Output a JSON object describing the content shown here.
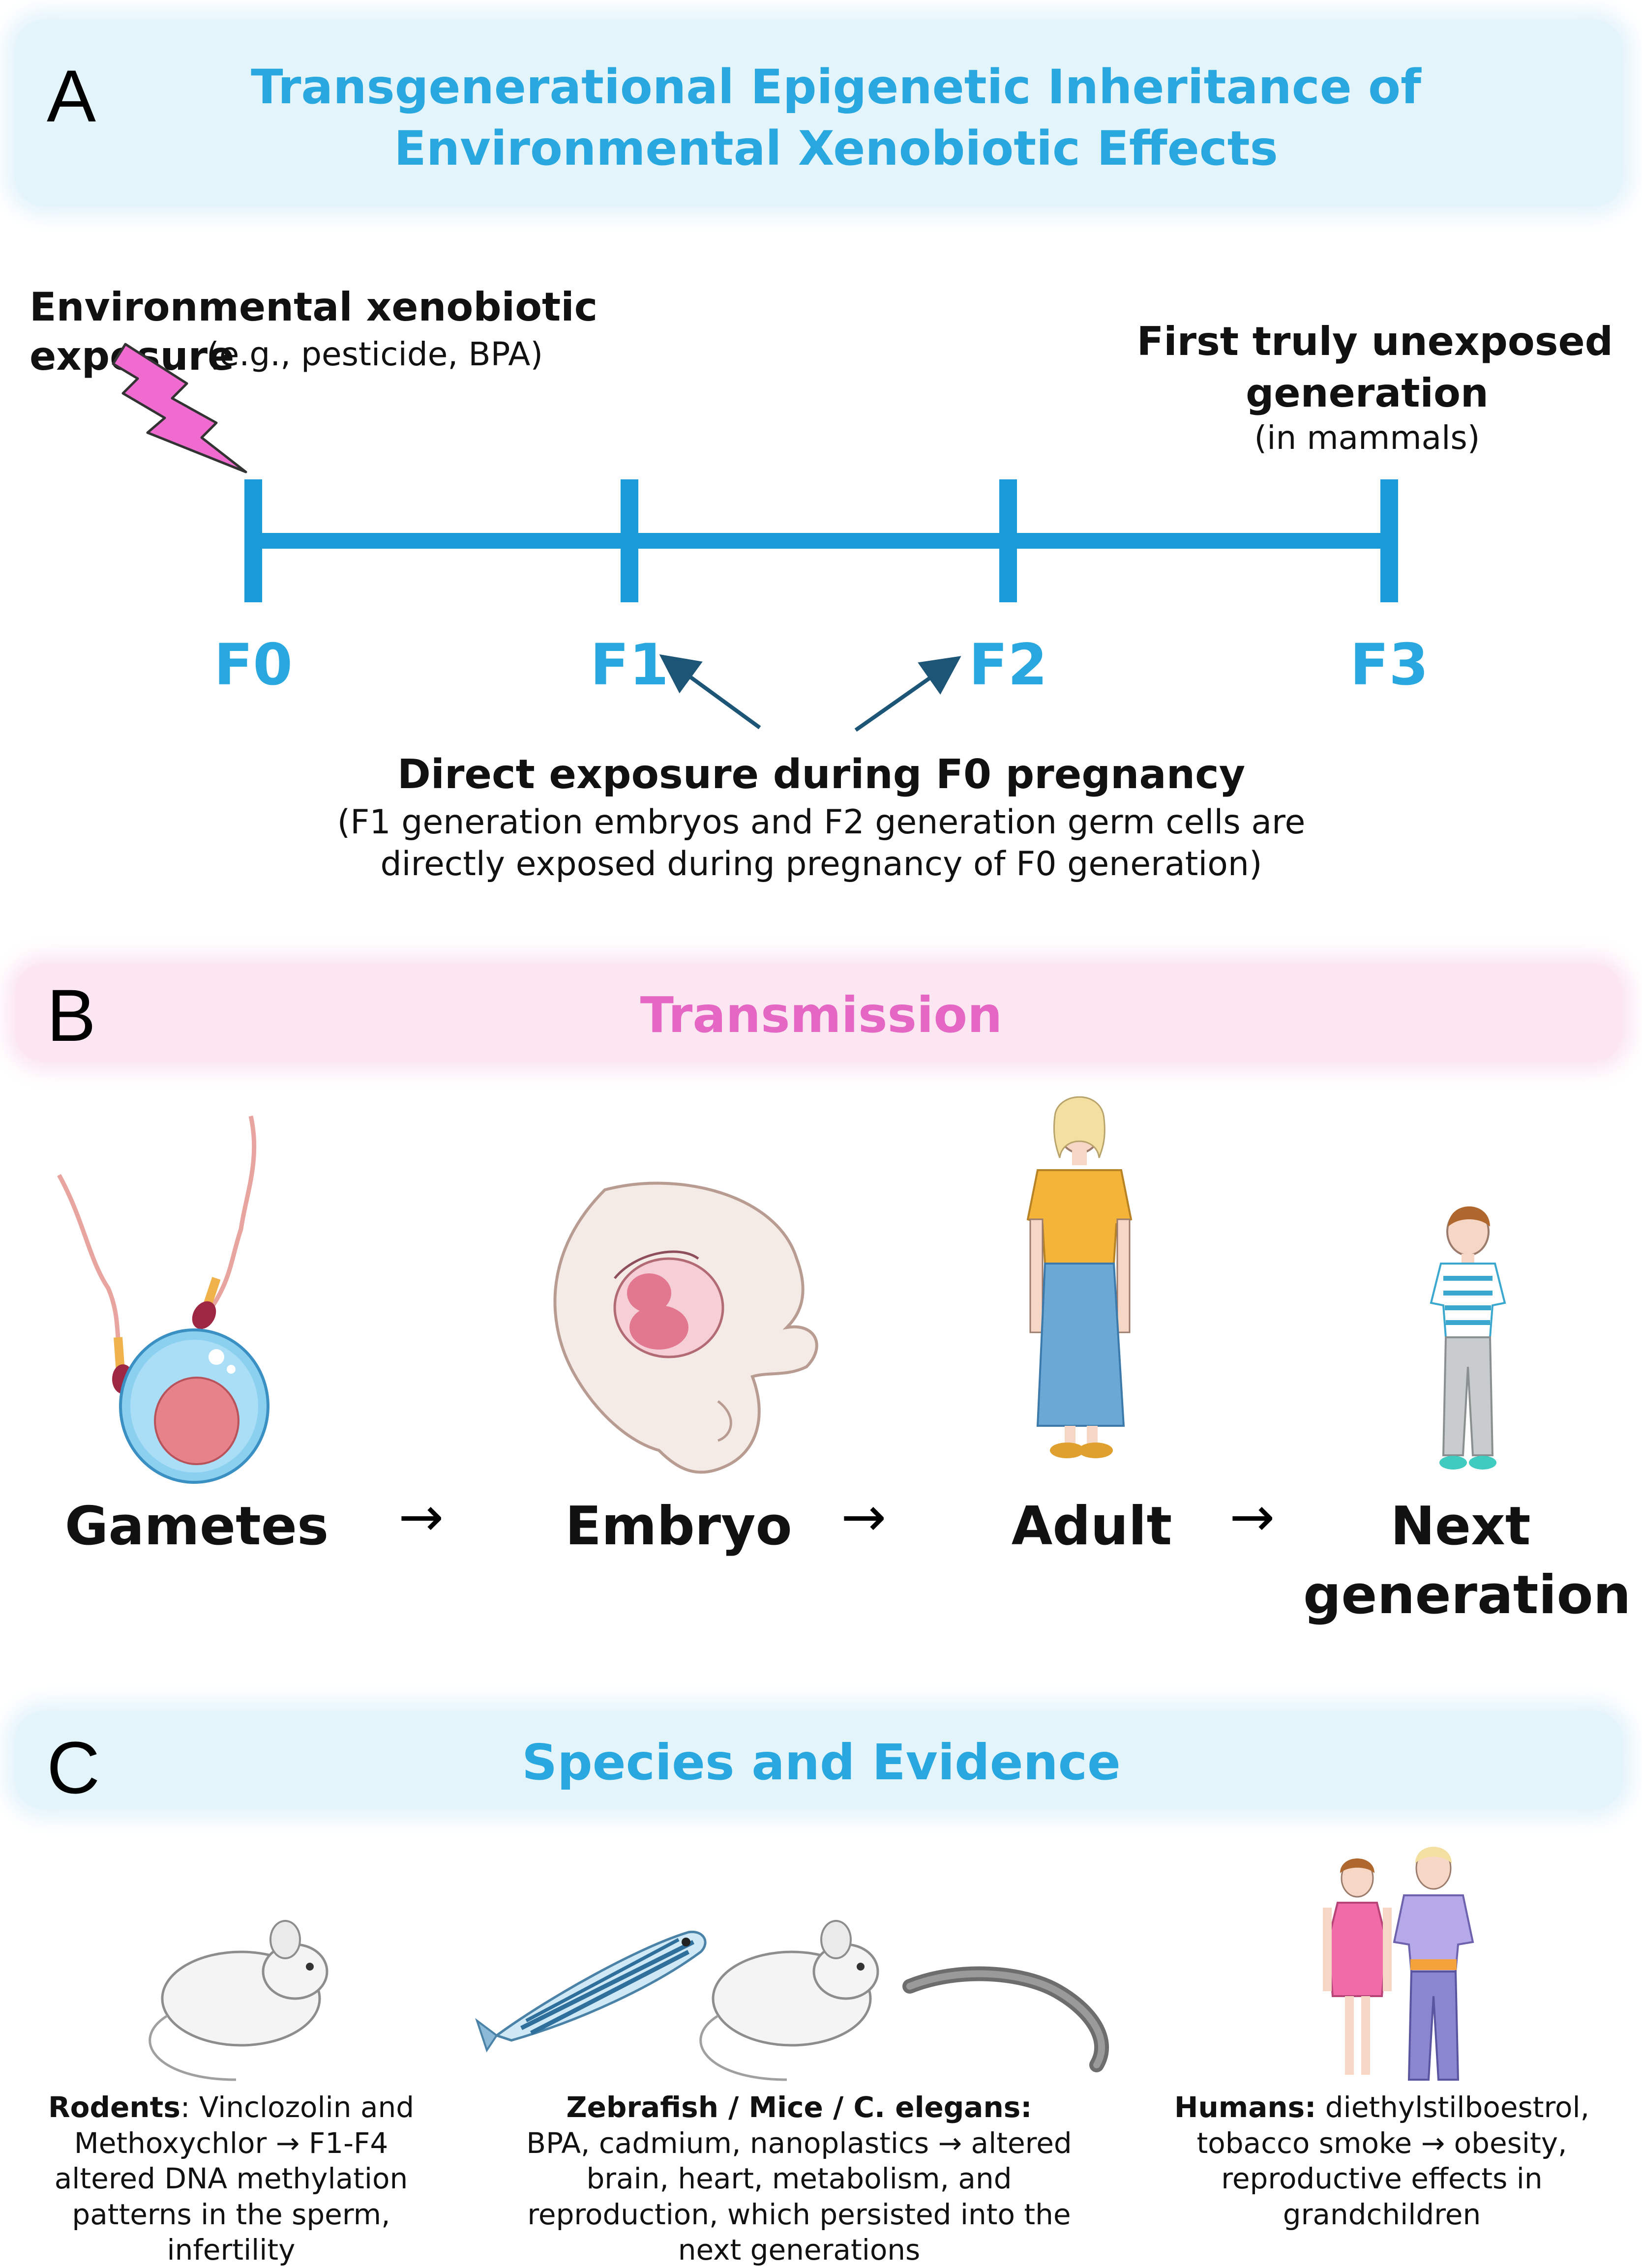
{
  "panel_a": {
    "letter": "A",
    "title": "Transgenerational Epigenetic Inheritance of Environmental Xenobiotic Effects",
    "exposure_heading": "Environmental xenobiotic exposure",
    "exposure_examples": "(e.g., pesticide, BPA)",
    "unexposed_heading_line1": "First truly unexposed",
    "unexposed_heading_line2": "generation",
    "unexposed_note": "(in mammals)",
    "generations": [
      "F0",
      "F1",
      "F2",
      "F3"
    ],
    "direct_heading": "Direct exposure during F0 pregnancy",
    "direct_line1": "(F1 generation embryos and F2 generation germ cells are",
    "direct_line2": "directly exposed during pregnancy of F0 generation)",
    "colors": {
      "timeline": "#1a9ad6",
      "title": "#29a7df",
      "lightning": "#f06bd0",
      "pointer_arrow": "#1d5577"
    }
  },
  "panel_b": {
    "letter": "B",
    "title": "Transmission",
    "stages": [
      {
        "label": "Gametes"
      },
      {
        "label": "Embryo"
      },
      {
        "label": "Adult"
      },
      {
        "label_line1": "Next",
        "label_line2": "generation"
      }
    ],
    "arrow_glyph": "→",
    "colors": {
      "title": "#e567c4"
    }
  },
  "panel_c": {
    "letter": "C",
    "title": "Species and Evidence",
    "groups": [
      {
        "heading": "Rodents",
        "lines": [
          ": Vinclozolin and",
          "Methoxychlor → F1-F4",
          "altered DNA methylation",
          "patterns in the sperm,",
          "infertility"
        ],
        "icons": [
          "mouse-icon"
        ]
      },
      {
        "heading": "Zebrafish / Mice / C. elegans:",
        "lines": [
          "BPA, cadmium, nanoplastics → altered",
          "brain, heart, metabolism, and",
          "reproduction, which persisted into the",
          "next generations"
        ],
        "icons": [
          "zebrafish-icon",
          "mouse-icon",
          "worm-icon"
        ]
      },
      {
        "heading": "Humans:",
        "lines": [
          " diethylstilboestrol,",
          "tobacco smoke → obesity,",
          "reproductive effects in",
          "grandchildren"
        ],
        "icons": [
          "woman-icon",
          "man-icon"
        ]
      }
    ],
    "colors": {
      "title": "#29a7df"
    }
  }
}
